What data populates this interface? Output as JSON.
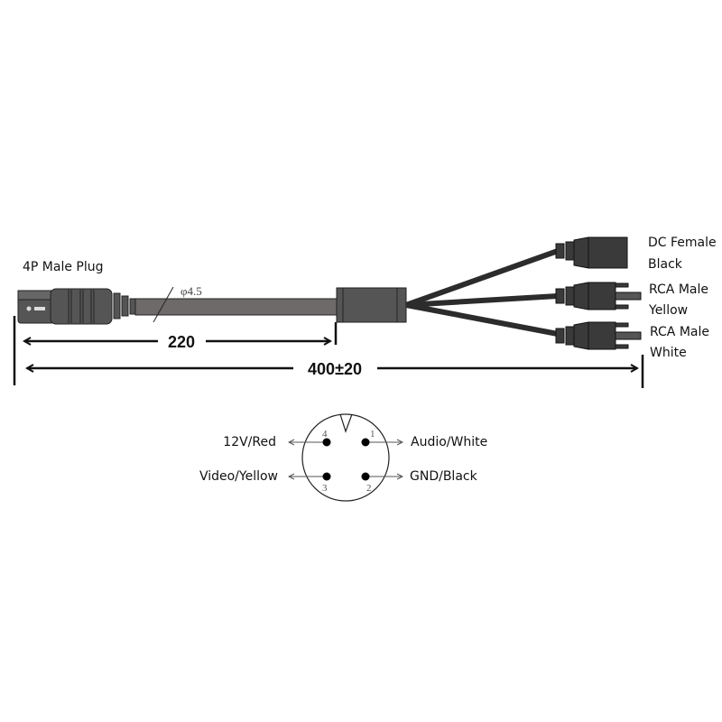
{
  "labels": {
    "plug": "4P Male Plug",
    "diameter": "φ4.5",
    "dc_female": "DC Female",
    "dc_color": "Black",
    "rca1": "RCA Male",
    "rca1_color": "Yellow",
    "rca2": "RCA Male",
    "rca2_color": "White"
  },
  "dimensions": {
    "short": "220",
    "total": "400±20"
  },
  "pinout": {
    "pins": [
      {
        "number": "1",
        "label": "Audio/White"
      },
      {
        "number": "2",
        "label": "GND/Black"
      },
      {
        "number": "3",
        "label": "Video/Yellow"
      },
      {
        "number": "4",
        "label": "12V/Red"
      }
    ]
  },
  "colors": {
    "connector": "#3a3a3a",
    "cable": "#6e6a6a",
    "plug": "#555555"
  }
}
